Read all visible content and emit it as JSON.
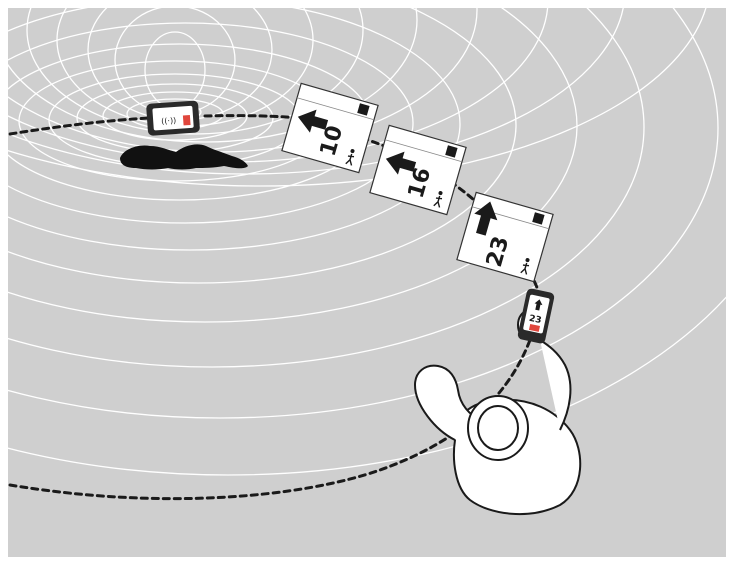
{
  "colors": {
    "background": "#cfcfcf",
    "field_lines": "#ffffff",
    "path": "#1a1a1a",
    "device_screen_accent": "#e0463c"
  },
  "buried_device": {
    "signal_icon": "signal-icon"
  },
  "search_steps": [
    {
      "distance": "10",
      "arrow": "left-arrow-icon"
    },
    {
      "distance": "16",
      "arrow": "left-arrow-icon"
    },
    {
      "distance": "23",
      "arrow": "up-arrow-icon"
    }
  ],
  "searcher_device": {
    "distance": "23"
  }
}
